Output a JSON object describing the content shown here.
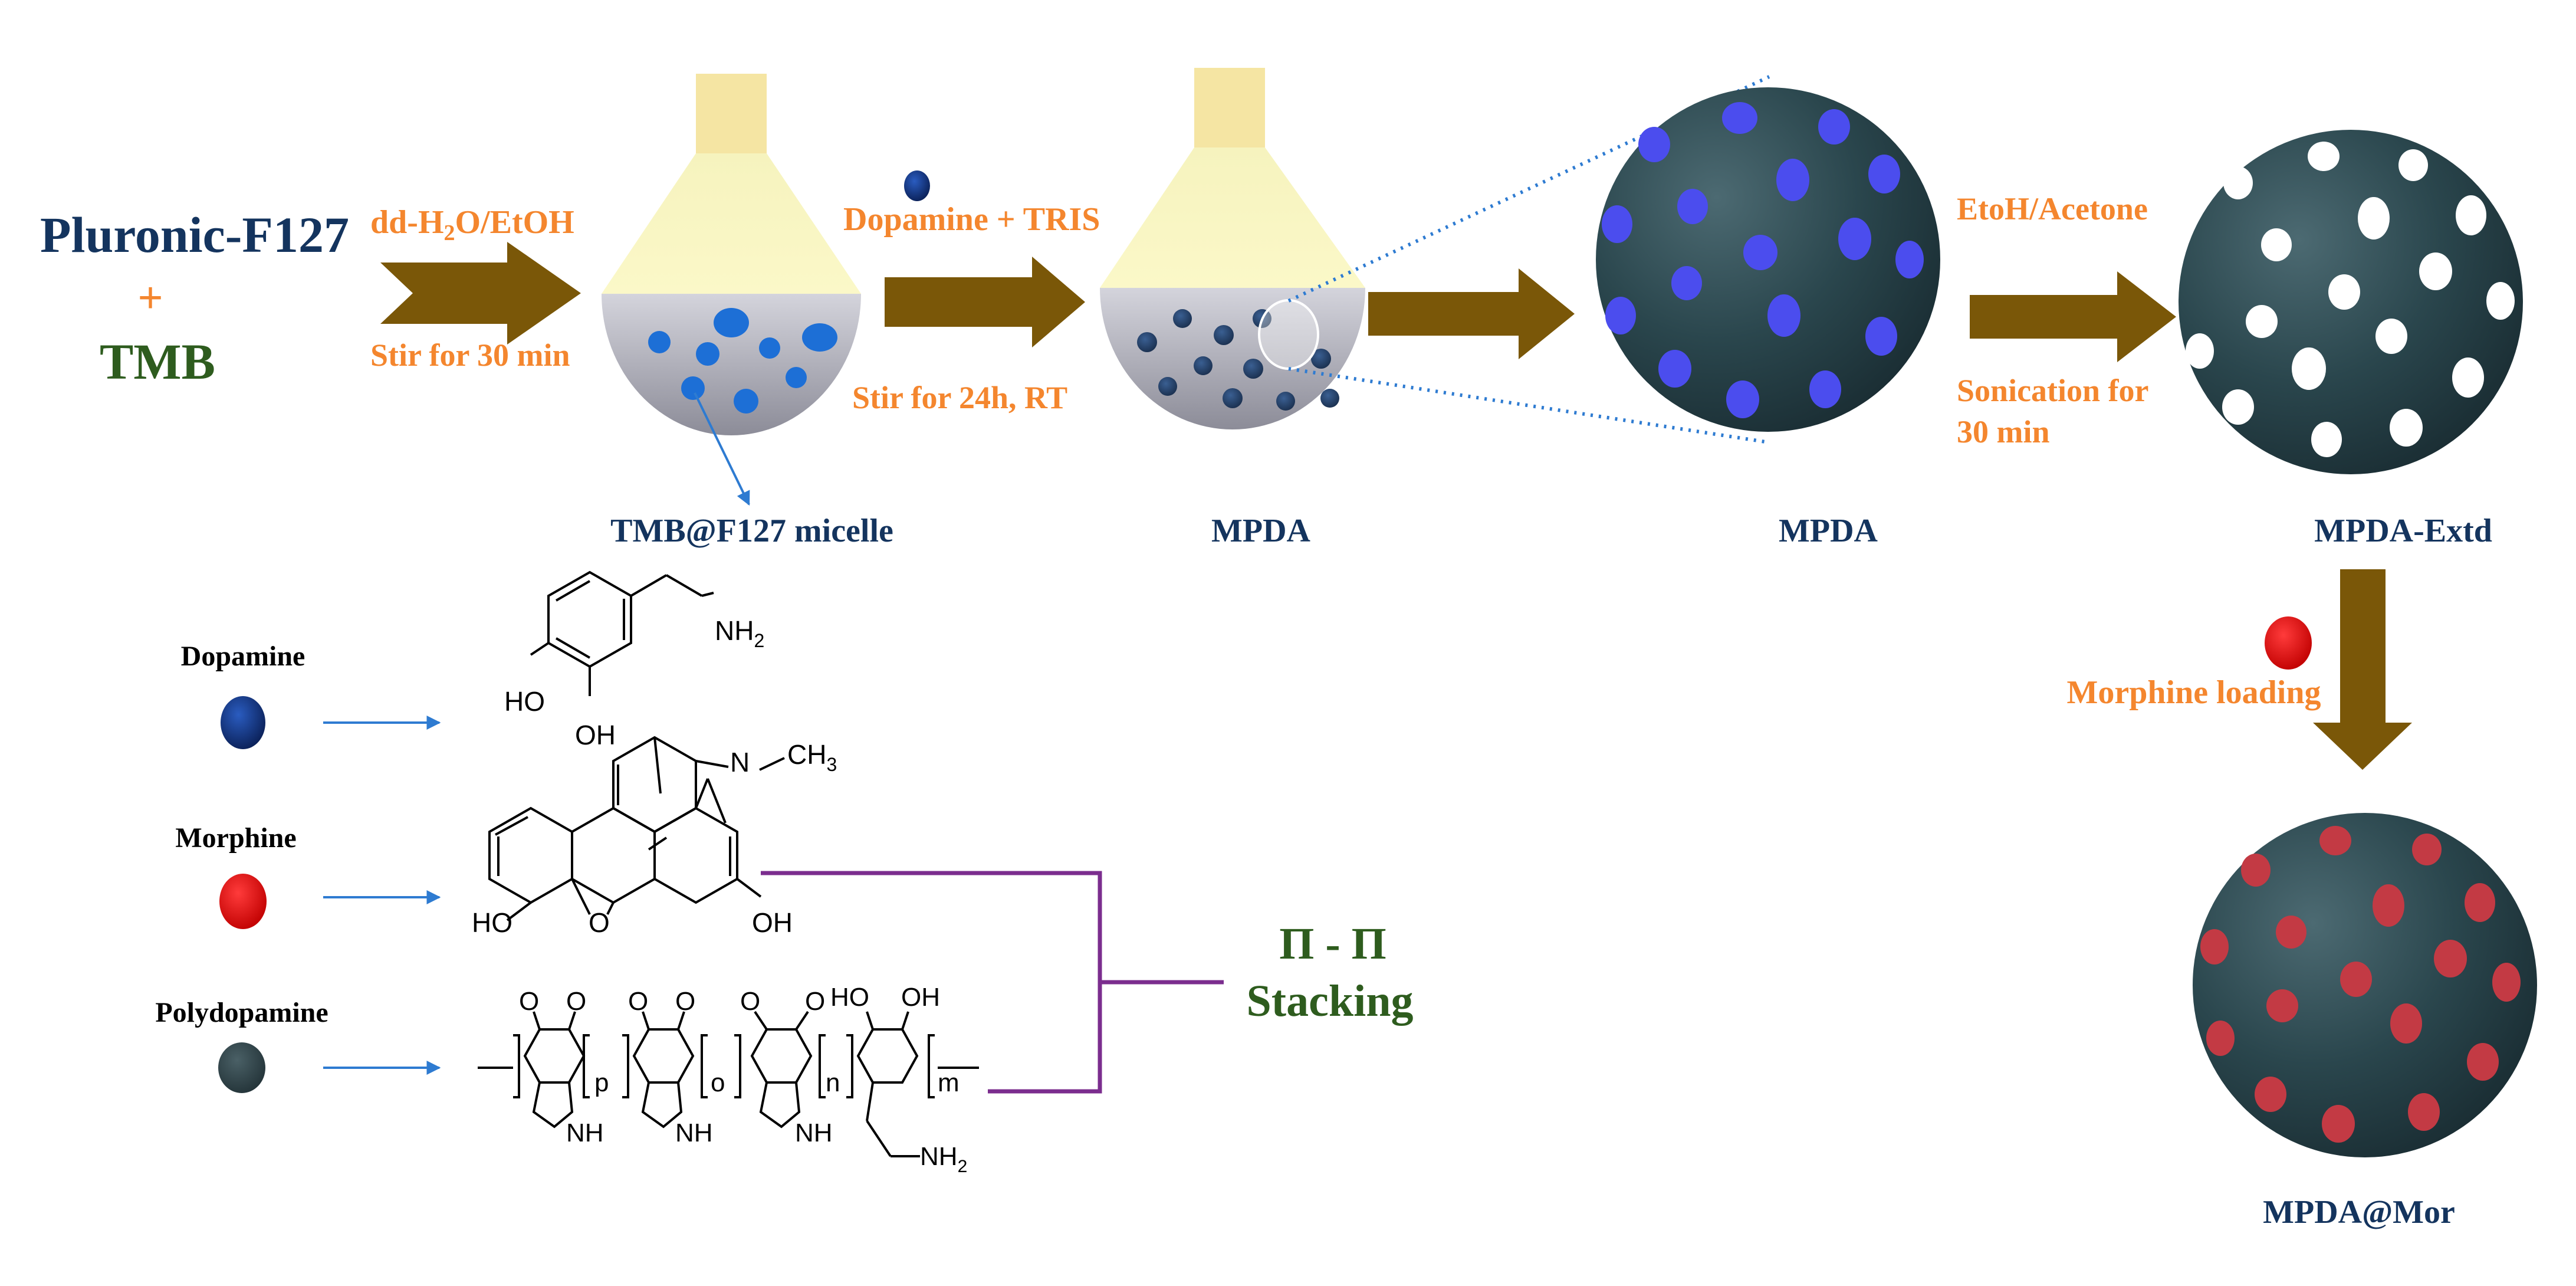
{
  "labels": {
    "pluronic": "Pluronic-F127",
    "plus": "+",
    "tmb": "TMB",
    "solvent_prefix": "dd-H",
    "solvent_sub": "2",
    "solvent_suffix": "O/EtOH",
    "stir30": "Stir for 30 min",
    "dopamine_tris": "Dopamine + TRIS",
    "stir24": "Stir for 24h, RT",
    "etoh_acetone": "EtoH/Acetone",
    "sonication_1": "Sonication for",
    "sonication_2": "30 min",
    "tmb_micelle": "TMB@F127 micelle",
    "mpda_1": "MPDA",
    "mpda_2": "MPDA",
    "mpda_extd": "MPDA-Extd",
    "morphine_loading": "Morphine loading",
    "mpda_mor": "MPDA@Mor"
  },
  "legend": {
    "dopamine": "Dopamine",
    "morphine": "Morphine",
    "polydopamine": "Polydopamine"
  },
  "structures": {
    "dopamine": {
      "nh2": "NH",
      "nh2_sub": "2",
      "ho": "HO",
      "oh": "OH"
    },
    "morphine": {
      "n": "N",
      "ch3": "CH",
      "ch3_sub": "3",
      "ho": "HO",
      "o": "O",
      "oh": "OH"
    },
    "polydopamine": {
      "o": "O",
      "ho": "HO",
      "oh": "OH",
      "nh": "NH",
      "nh2": "NH",
      "nh2_sub": "2",
      "p": "p",
      "o_idx": "o",
      "n": "n",
      "m": "m"
    }
  },
  "stacking": {
    "line1": "Π - Π",
    "line2": "Stacking"
  },
  "colors": {
    "navy": "#14345e",
    "orange": "#f4862e",
    "green": "#2e5c1e",
    "arrow": "#7a5708",
    "pore_blue": "#4b4dee",
    "pore_red": "#c33a44",
    "sphere": "#27424a",
    "bracket": "#7b2d8e",
    "link": "#2e7bd1"
  }
}
